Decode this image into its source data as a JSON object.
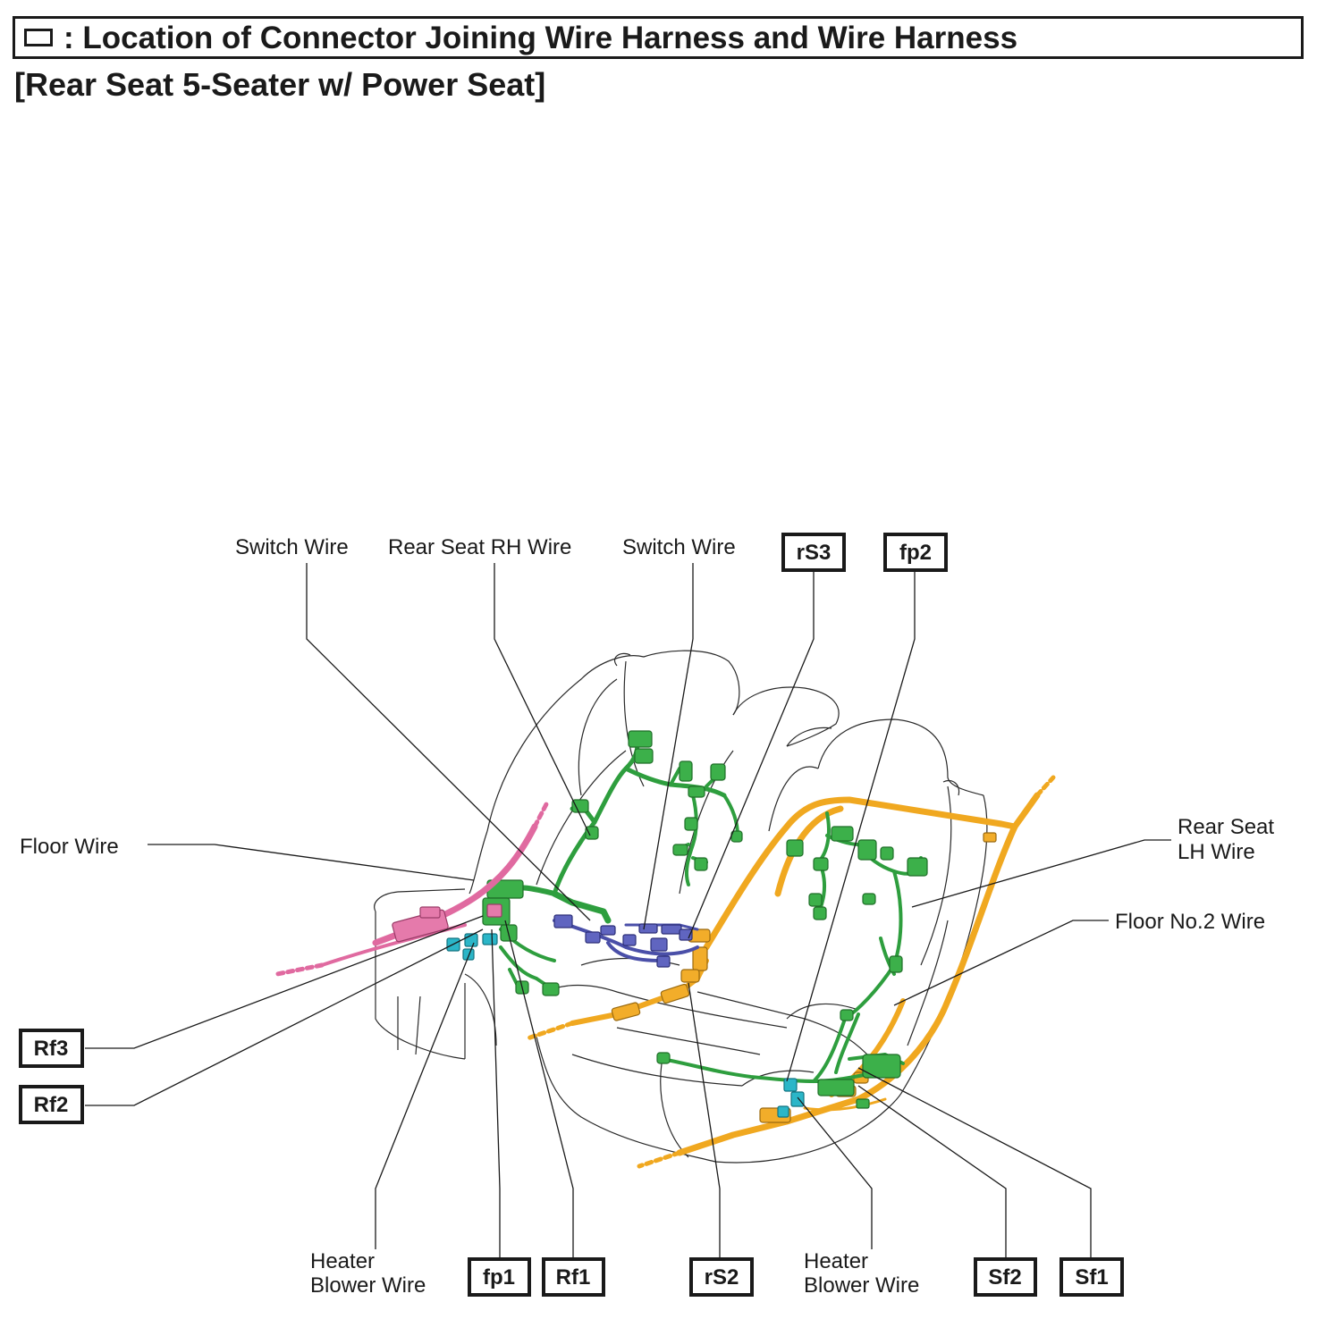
{
  "header": {
    "title": ": Location of Connector Joining Wire Harness and Wire Harness",
    "subtitle": "[Rear Seat 5-Seater w/ Power Seat]"
  },
  "wire_labels": {
    "switch_wire_left": "Switch Wire",
    "rear_seat_rh_wire": "Rear Seat RH Wire",
    "switch_wire_right": "Switch Wire",
    "floor_wire": "Floor Wire",
    "rear_seat_lh_wire_line1": "Rear Seat",
    "rear_seat_lh_wire_line2": "LH Wire",
    "floor_no2_wire": "Floor No.2 Wire",
    "heater_blower_left_line1": "Heater",
    "heater_blower_left_line2": "Blower Wire",
    "heater_blower_right_line1": "Heater",
    "heater_blower_right_line2": "Blower Wire"
  },
  "connectors": {
    "rS3": "rS3",
    "fp2": "fp2",
    "Rf3": "Rf3",
    "Rf2": "Rf2",
    "fp1": "fp1",
    "Rf1": "Rf1",
    "rS2": "rS2",
    "Sf2": "Sf2",
    "Sf1": "Sf1"
  },
  "harness_colors": {
    "green": "#3cb04a",
    "orange": "#f2ad2a",
    "pink": "#e57aab",
    "blue": "#6065c0",
    "cyan": "#2bb6c8"
  }
}
